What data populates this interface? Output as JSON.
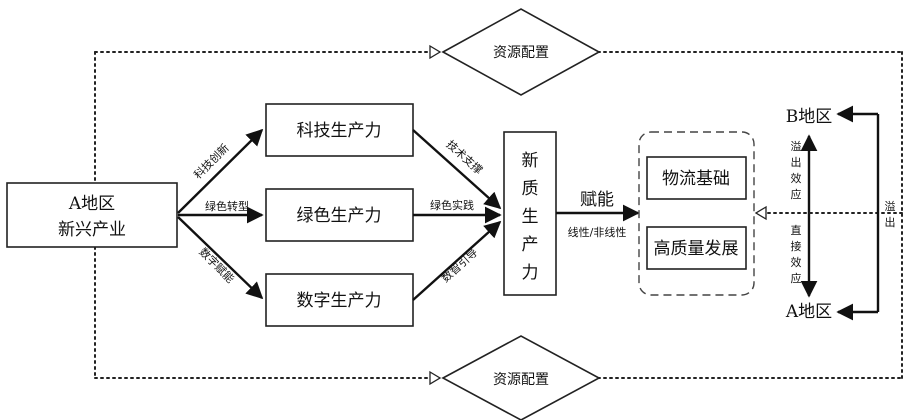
{
  "region_a_industry": {
    "line1": "A地区",
    "line2": "新兴产业"
  },
  "productivity": {
    "tech": "科技生产力",
    "green": "绿色生产力",
    "digital": "数字生产力"
  },
  "branch_labels": {
    "tech_innovation": "科技创新",
    "green_transition": "绿色转型",
    "digital_empowerment": "数字赋能"
  },
  "merge_labels": {
    "tech_support": "技术支撑",
    "green_practice": "绿色实践",
    "digital_guidance": "数智引导"
  },
  "new_productivity": [
    "新",
    "质",
    "生",
    "产",
    "力"
  ],
  "empower": {
    "label": "赋能",
    "sub": "线性/非线性"
  },
  "outcomes": {
    "logistics": "物流基础",
    "quality": "高质量发展"
  },
  "regions": {
    "b": "B地区",
    "a": "A地区"
  },
  "spillover_effect": [
    "溢",
    "出",
    "效",
    "应"
  ],
  "direct_effect": [
    "直",
    "接",
    "效",
    "应"
  ],
  "spillover": [
    "溢",
    "出"
  ],
  "resource_allocation": {
    "top": "资源配置",
    "bottom": "资源配置"
  }
}
